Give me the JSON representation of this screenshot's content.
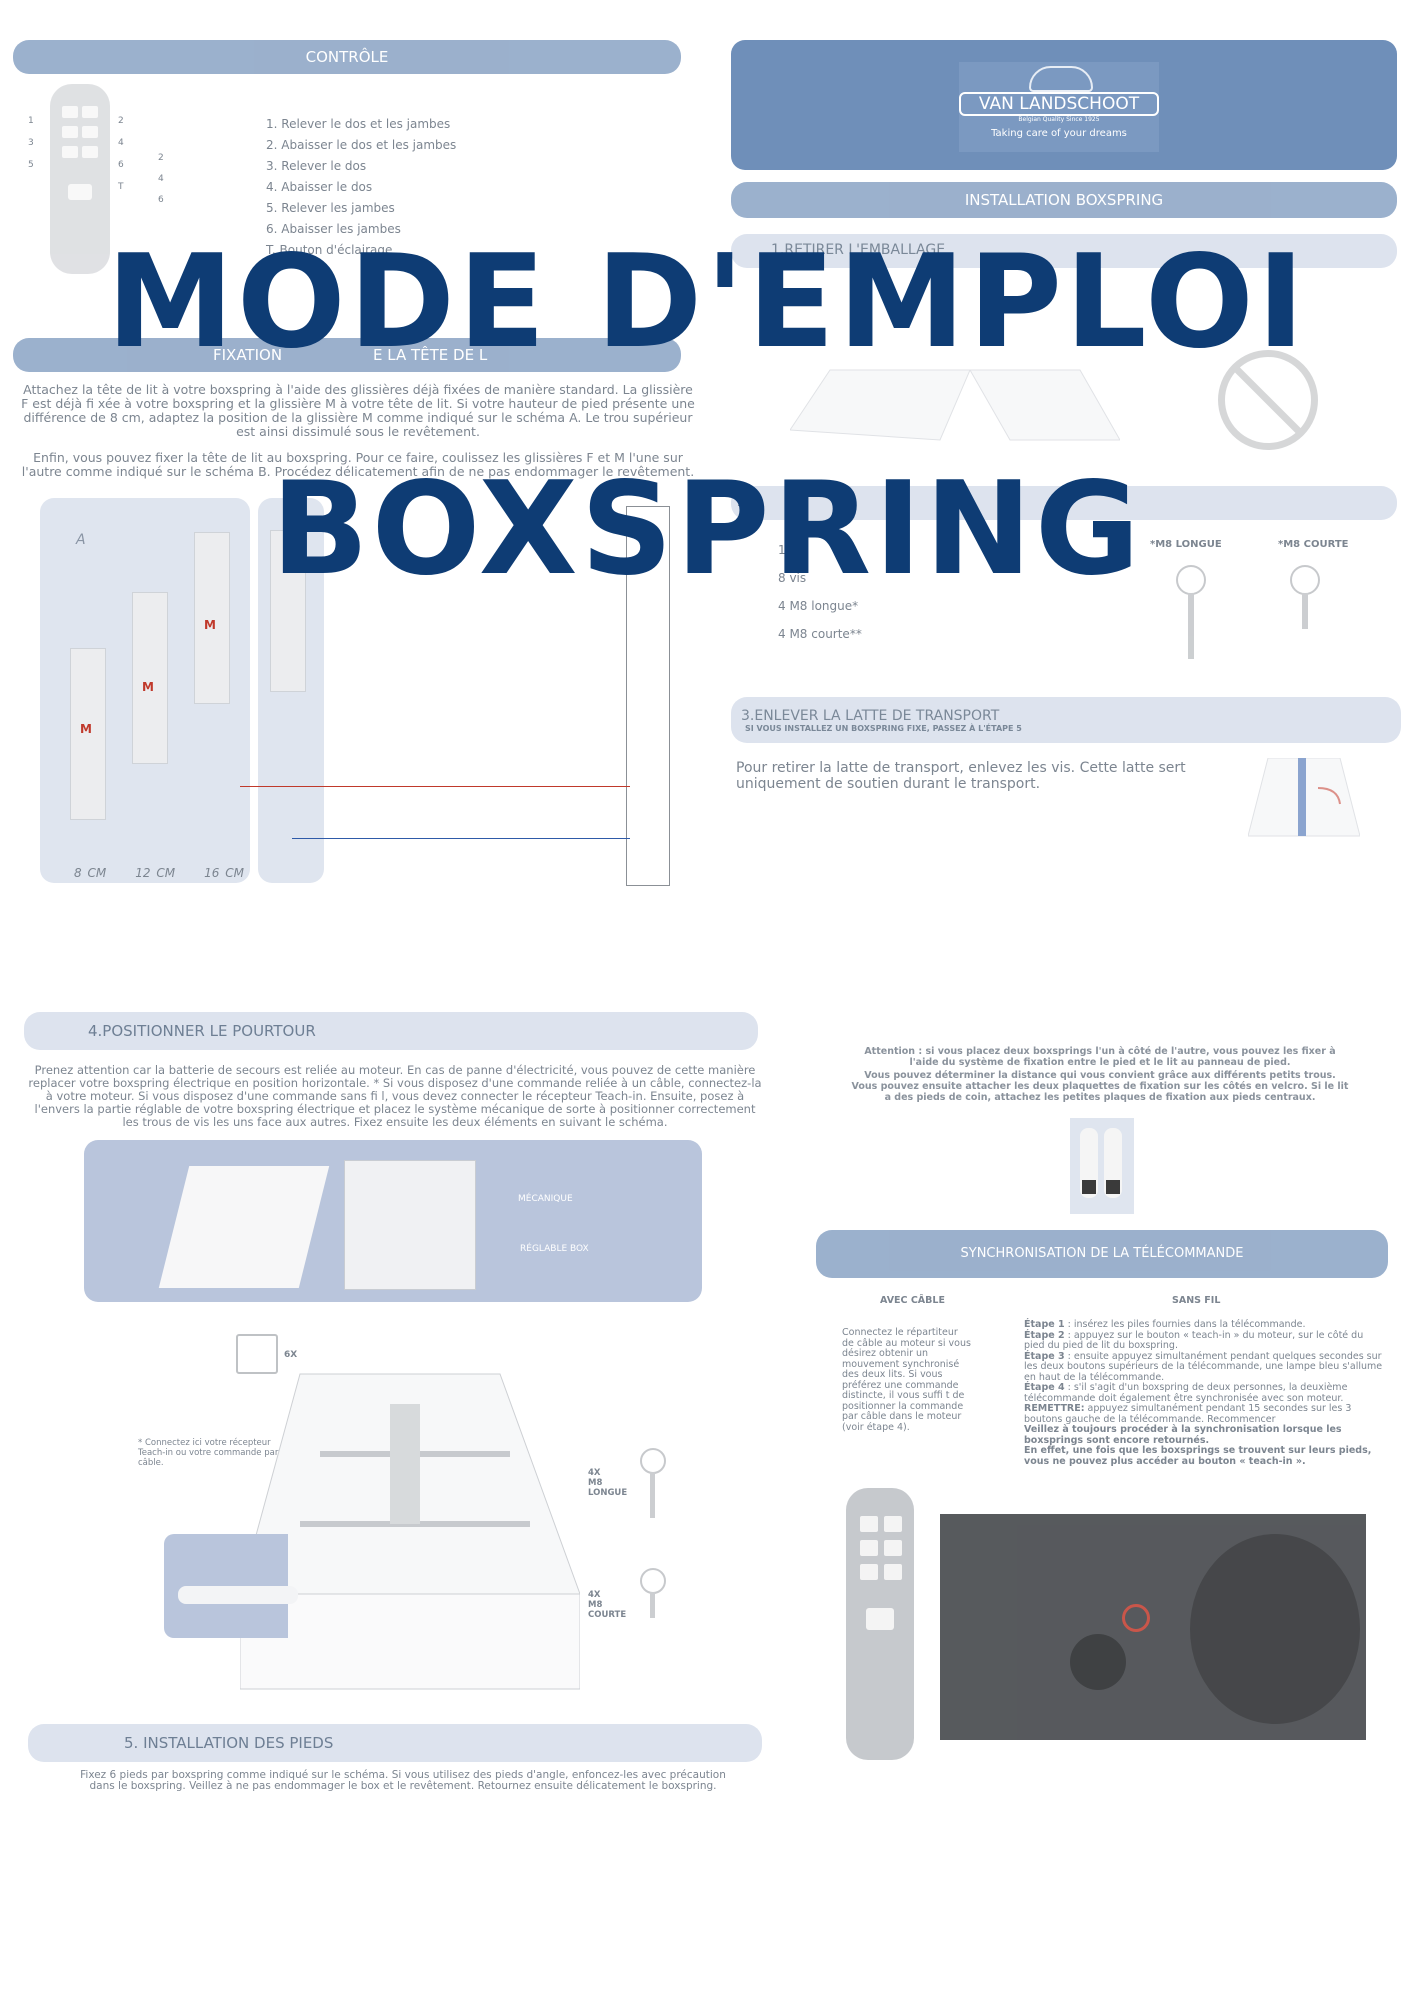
{
  "control": {
    "heading": "CONTRÔLE",
    "items": [
      "1. Relever le dos et les jambes",
      "2. Abaisser le dos et les jambes",
      "3. Relever le dos",
      "4. Abaisser le dos",
      "5. Relever les jambes",
      "6. Abaisser les jambes",
      "T. Bouton d'éclairage"
    ],
    "left_numbers": [
      "1",
      "3",
      "5"
    ],
    "right_numbers": [
      "2",
      "4",
      "6",
      "T"
    ],
    "side_numbers": [
      "2",
      "4",
      "6"
    ]
  },
  "brand": {
    "name": "VAN LANDSCHOOT",
    "quality": "Belgian Quality Since 1925",
    "tagline": "Taking care of your dreams"
  },
  "install": {
    "heading": "INSTALLATION BOXSPRING",
    "step1": "1.RETIRER L'EMBALLAGE",
    "step2": "2.",
    "parts": [
      "12 p",
      "8 vis",
      "4 M8 longue*",
      "4 M8 courte**"
    ],
    "m8_long": "*M8 LONGUE",
    "m8_short": "*M8 COURTE",
    "step3": "3.ENLEVER LA LATTE DE TRANSPORT",
    "step3_sub": "SI VOUS INSTALLEZ UN BOXSPRING FIXE, PASSEZ À L'ÉTAPE 5",
    "step3_text": "Pour retirer la latte de transport, enlevez les vis. Cette latte sert uniquement de soutien durant le transport."
  },
  "headboard": {
    "heading_left": "FIXATION",
    "heading_right": "E LA TÊTE DE L",
    "para1": "Attachez la tête de lit à votre boxspring à l'aide des glissières déjà fixées de manière standard. La glissière F est déjà fi xée à votre boxspring et la glissière M à votre tête de lit. Si votre hauteur de pied présente une différence de 8 cm, adaptez la position de la glissière M comme indiqué sur le schéma A. Le trou supérieur est ainsi dissimulé sous le revêtement.",
    "para2": "Enfin, vous pouvez fixer la tête de lit au boxspring. Pour ce faire, coulissez les glissières F et M l'une sur l'autre comme indiqué sur le schéma B. Procédez délicatement afin de ne pas endommager le revêtement.",
    "label_a": "A",
    "label_b": "B",
    "m_letter": "M",
    "heights": [
      "8 CM",
      "12 CM",
      "16 CM"
    ]
  },
  "surround": {
    "heading": "4.POSITIONNER LE POURTOUR",
    "text": "Prenez attention car la batterie de secours est reliée au moteur. En cas de panne d'électricité, vous pouvez de cette manière replacer votre boxspring électrique en position horizontale. * Si vous disposez d'une commande reliée à un câble, connectez-la à votre moteur. Si vous disposez d'une commande sans fi l, vous devez connecter le récepteur Teach-in. Ensuite, posez à l'envers la partie réglable de votre boxspring électrique et placez le système mécanique de sorte à positionner correctement les trous de vis les uns face aux autres. Fixez ensuite les deux éléments en suivant le schéma.",
    "mecanique": "MÉCANIQUE",
    "reglable": "RÉGLABLE BOX",
    "six": "6X",
    "receiver_note": "* Connectez ici votre récepteur Teach-in ou votre commande par câble.",
    "four_long": [
      "4X",
      "M8",
      "LONGUE"
    ],
    "four_short": [
      "4X",
      "M8",
      "COURTE"
    ]
  },
  "attention": {
    "line1": "Attention : si vous placez deux boxsprings l'un à côté de l'autre, vous pouvez les fixer à l'aide du système de fixation entre le pied et le lit au panneau de pied.",
    "line2": "Vous pouvez déterminer la distance qui vous convient grâce aux différents petits trous. Vous pouvez ensuite attacher les deux plaquettes de fixation sur les côtés en velcro. Si le lit a des pieds de coin, attachez les petites plaques de fixation aux pieds centraux."
  },
  "sync": {
    "heading": "SYNCHRONISATION DE LA TÉLÉCOMMANDE",
    "wired_title": "AVEC CÂBLE",
    "wireless_title": "SANS FIL",
    "wired_text": "Connectez le répartiteur de câble au moteur si vous désirez obtenir un mouvement synchronisé des deux lits. Si vous préférez une commande distincte, il vous suffi t de positionner la commande par câble dans le moteur (voir étape 4).",
    "steps": [
      {
        "label": "Étape 1",
        "text": " : insérez les piles fournies dans la télécommande."
      },
      {
        "label": "Étape 2",
        "text": " : appuyez sur le bouton « teach-in » du moteur, sur le côté du pied du pied de lit du boxspring."
      },
      {
        "label": "Étape 3",
        "text": " : ensuite appuyez simultanément pendant quelques secondes sur les deux boutons supérieurs de la télécommande, une lampe bleu s'allume en haut de la télécommande."
      },
      {
        "label": "Étape 4",
        "text": " : s'il s'agit d'un boxspring de deux personnes, la deuxième télécommande doit également être synchronisée avec son moteur."
      },
      {
        "label": "REMETTRE:",
        "text": " appuyez simultanément pendant 15 secondes sur les 3 boutons gauche de la télécommande. Recommencer"
      }
    ],
    "bold1": "Veillez à toujours procéder à la synchronisation lorsque les boxsprings sont encore retournés.",
    "bold2": "En effet, une fois que les boxsprings se trouvent sur leurs pieds, vous ne pouvez plus accéder au bouton « teach-in »."
  },
  "feet": {
    "heading": "5. INSTALLATION DES PIEDS",
    "text": "Fixez 6 pieds par boxspring comme indiqué sur le schéma. Si vous utilisez des pieds d'angle, enfoncez-les avec précaution dans le boxspring. Veillez à ne pas endommager le box et le revêtement. Retournez ensuite délicatement le boxspring."
  },
  "title": {
    "line1": "MODE D'EMPLOI",
    "line2": "BOXSPRING"
  },
  "colors": {
    "title": "#0e3c74",
    "bar": "#8aa3c4",
    "panel": "#b9c5dc",
    "accent_red": "#c0392b",
    "accent_blue": "#2e5aa8"
  }
}
